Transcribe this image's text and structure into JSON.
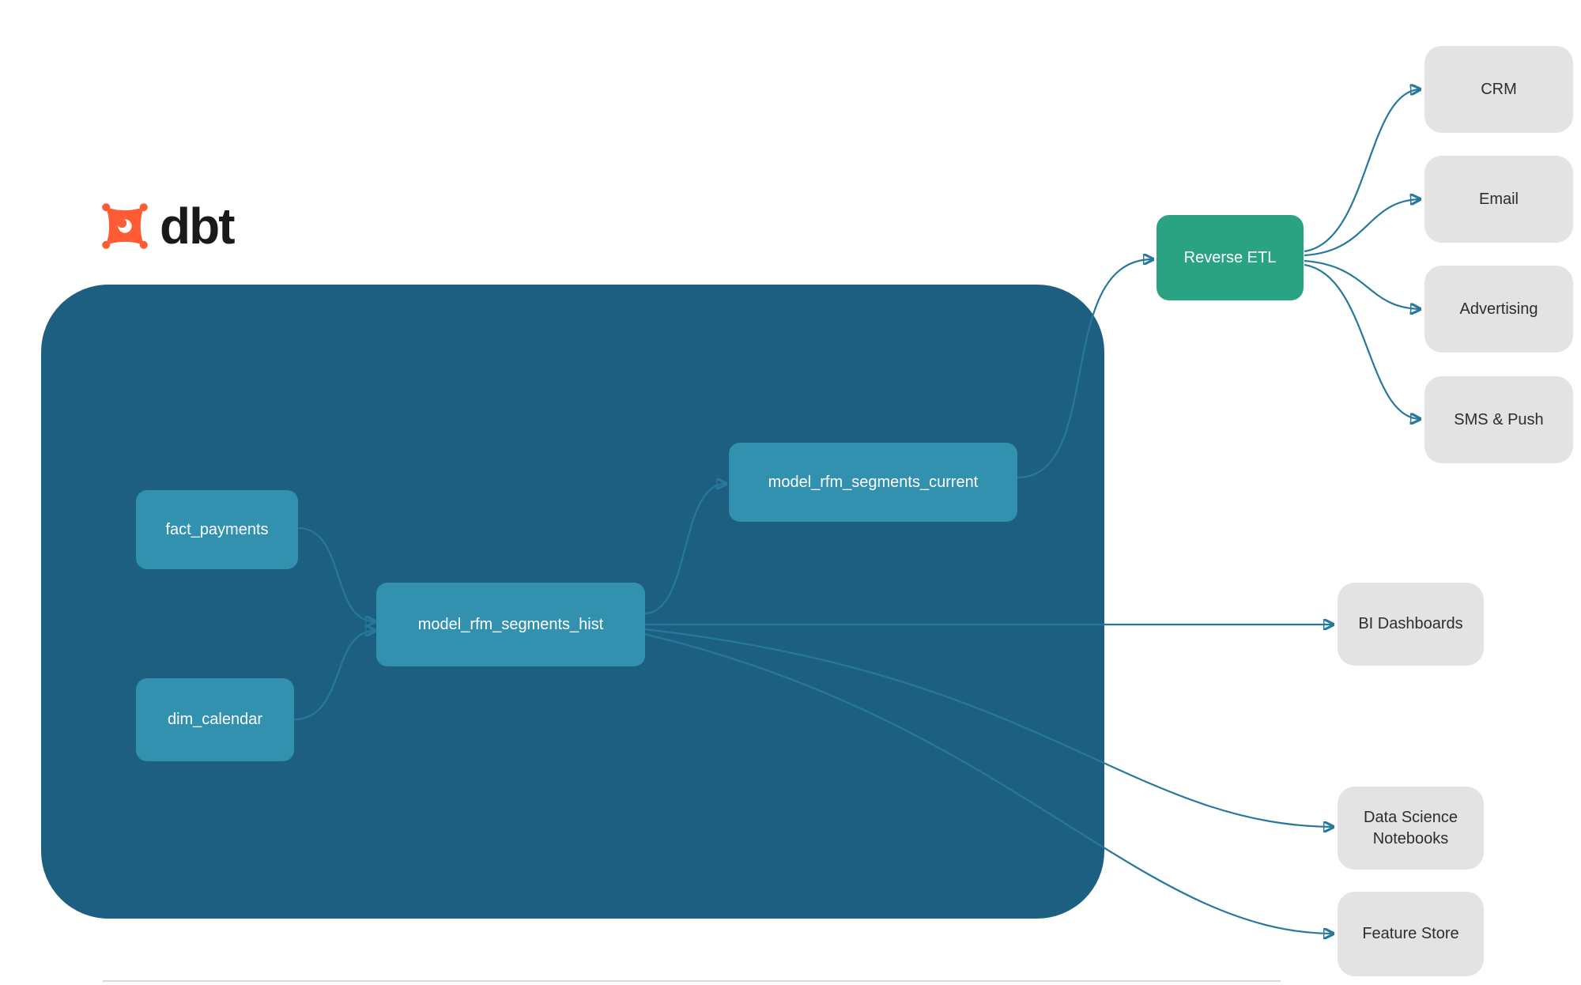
{
  "logo": {
    "text": "dbt"
  },
  "colors": {
    "container": "#1d5f80",
    "node_teal": "#3291af",
    "green": "#2aa383",
    "gray": "#e3e3e3",
    "arrow": "#26789c",
    "logo_orange": "#ff5c35",
    "dark_text": "#2d2d2d"
  },
  "nodes": {
    "fact_payments": {
      "label": "fact_payments"
    },
    "dim_calendar": {
      "label": "dim_calendar"
    },
    "model_rfm_segments_hist": {
      "label": "model_rfm_segments_hist"
    },
    "model_rfm_segments_current": {
      "label": "model_rfm_segments_current"
    },
    "reverse_etl": {
      "label": "Reverse ETL"
    },
    "crm": {
      "label": "CRM"
    },
    "email": {
      "label": "Email"
    },
    "advertising": {
      "label": "Advertising"
    },
    "sms_push": {
      "label": "SMS & Push"
    },
    "bi_dashboards": {
      "label": "BI Dashboards"
    },
    "data_science_notebooks": {
      "label": "Data Science Notebooks"
    },
    "feature_store": {
      "label": "Feature Store"
    }
  },
  "edges": [
    {
      "from": "fact_payments",
      "to": "model_rfm_segments_hist"
    },
    {
      "from": "dim_calendar",
      "to": "model_rfm_segments_hist"
    },
    {
      "from": "model_rfm_segments_hist",
      "to": "model_rfm_segments_current"
    },
    {
      "from": "model_rfm_segments_current",
      "to": "reverse_etl"
    },
    {
      "from": "reverse_etl",
      "to": "crm"
    },
    {
      "from": "reverse_etl",
      "to": "email"
    },
    {
      "from": "reverse_etl",
      "to": "advertising"
    },
    {
      "from": "reverse_etl",
      "to": "sms_push"
    },
    {
      "from": "model_rfm_segments_hist",
      "to": "bi_dashboards"
    },
    {
      "from": "model_rfm_segments_hist",
      "to": "data_science_notebooks"
    },
    {
      "from": "model_rfm_segments_hist",
      "to": "feature_store"
    }
  ]
}
